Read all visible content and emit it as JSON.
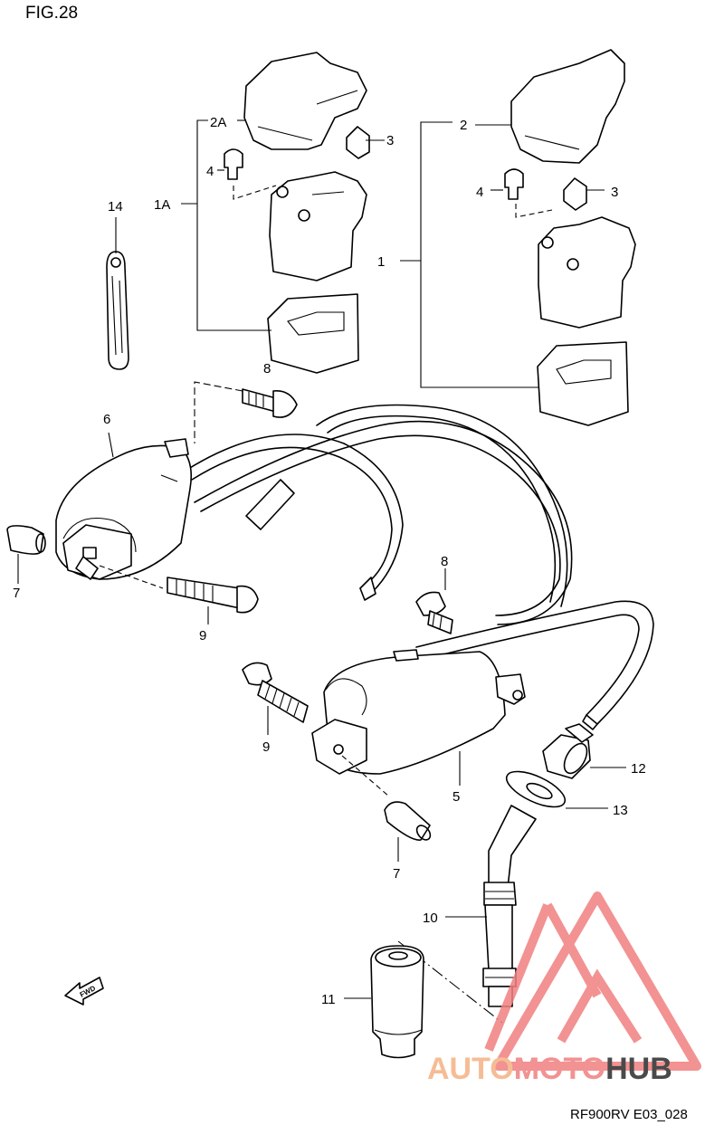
{
  "figure_title": "FIG.28",
  "drawing_code": "RF900RV E03_028",
  "forward_label": "FWD",
  "watermark": {
    "word_part1": "AUTO",
    "word_part2": "MOTO",
    "word_part3": "HUB",
    "color_part1": "#f5b183",
    "color_part2": "#f08080",
    "color_part3": "#2b2b2b"
  },
  "callouts": {
    "c1": "1",
    "c1a": "1A",
    "c2": "2",
    "c2a": "2A",
    "c3_left": "3",
    "c3_right": "3",
    "c4_left": "4",
    "c4_right": "4",
    "c5": "5",
    "c6": "6",
    "c7_left": "7",
    "c7_bottom": "7",
    "c8_top": "8",
    "c8_mid": "8",
    "c9_left": "9",
    "c9_mid": "9",
    "c10": "10",
    "c11": "11",
    "c12": "12",
    "c13": "13",
    "c14": "14"
  }
}
